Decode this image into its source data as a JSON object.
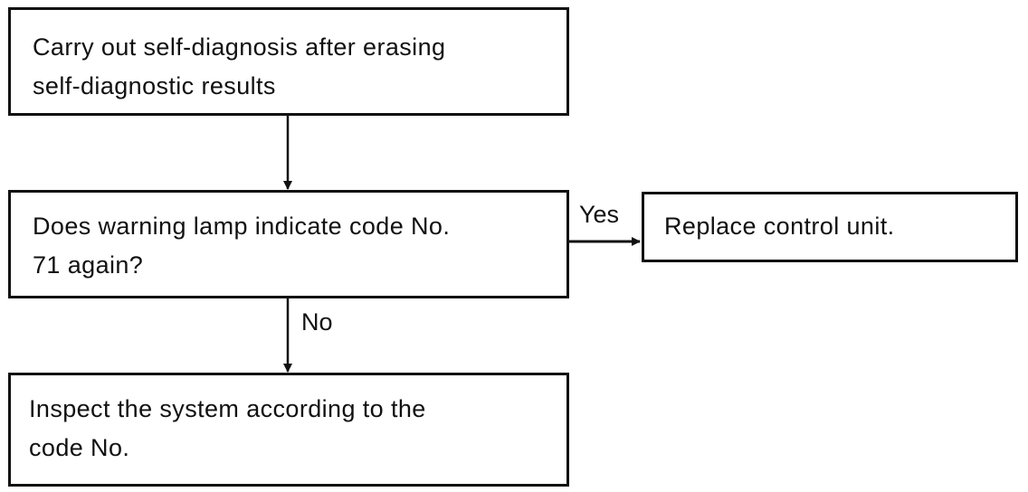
{
  "flowchart": {
    "step1": {
      "lines": [
        "Carry out self-diagnosis after erasing",
        "self-diagnostic results"
      ]
    },
    "decision": {
      "lines": [
        "Does warning lamp indicate code No.",
        "71 again?"
      ],
      "yes_label": "Yes",
      "no_label": "No"
    },
    "yes_action": {
      "lines": [
        "Replace control unit."
      ]
    },
    "no_action": {
      "lines": [
        "Inspect the system according to the",
        "code No."
      ]
    }
  },
  "colors": {
    "ink": "#111111",
    "background": "#ffffff"
  }
}
